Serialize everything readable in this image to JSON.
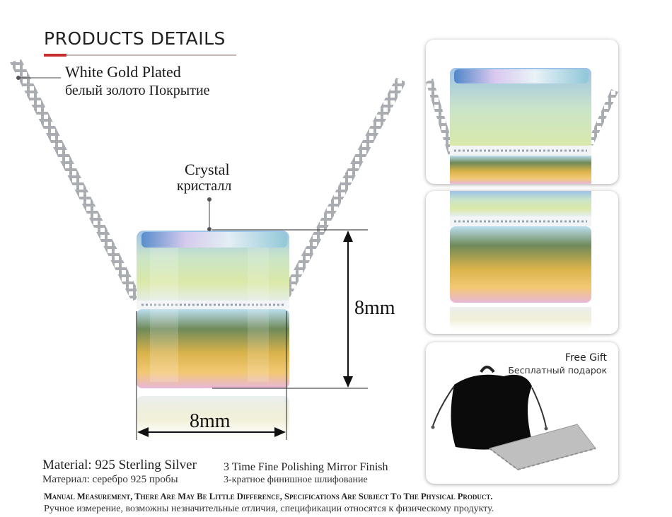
{
  "header": {
    "title": "PRODUCTS DETAILS"
  },
  "callouts": {
    "plating_en": "White Gold Plated",
    "plating_ru": "белый золото Покрытие",
    "stone_en": "Crystal",
    "stone_ru": "кристалл"
  },
  "dimensions": {
    "height": "8mm",
    "width": "8mm"
  },
  "specs": {
    "material_en": "Material: 925 Sterling Silver",
    "material_ru": "Материал: серебро 925 пробы",
    "finish_en": "3 Time Fine Polishing Mirror Finish",
    "finish_ru": "3-кратное финишное шлифование"
  },
  "notes": {
    "disclaimer_en": "Manual Measurement, There Are May Be Little Difference, Specifications Are Subject To The Physical Product.",
    "disclaimer_ru": "Ручное измерение, возможны незначительные отличия, спецификации относятся к физическому продукту."
  },
  "gift": {
    "title": "Free Gift",
    "subtitle": "Бесплатный подарок",
    "items": [
      "velvet-pouch-icon",
      "polishing-cloth-icon"
    ]
  },
  "colors": {
    "accent": "#c62e2e",
    "rule": "#c9b7b7",
    "chain": "#b9bcc0",
    "pouch": "#0b0b0b",
    "cloth": "#bfbfbf"
  }
}
